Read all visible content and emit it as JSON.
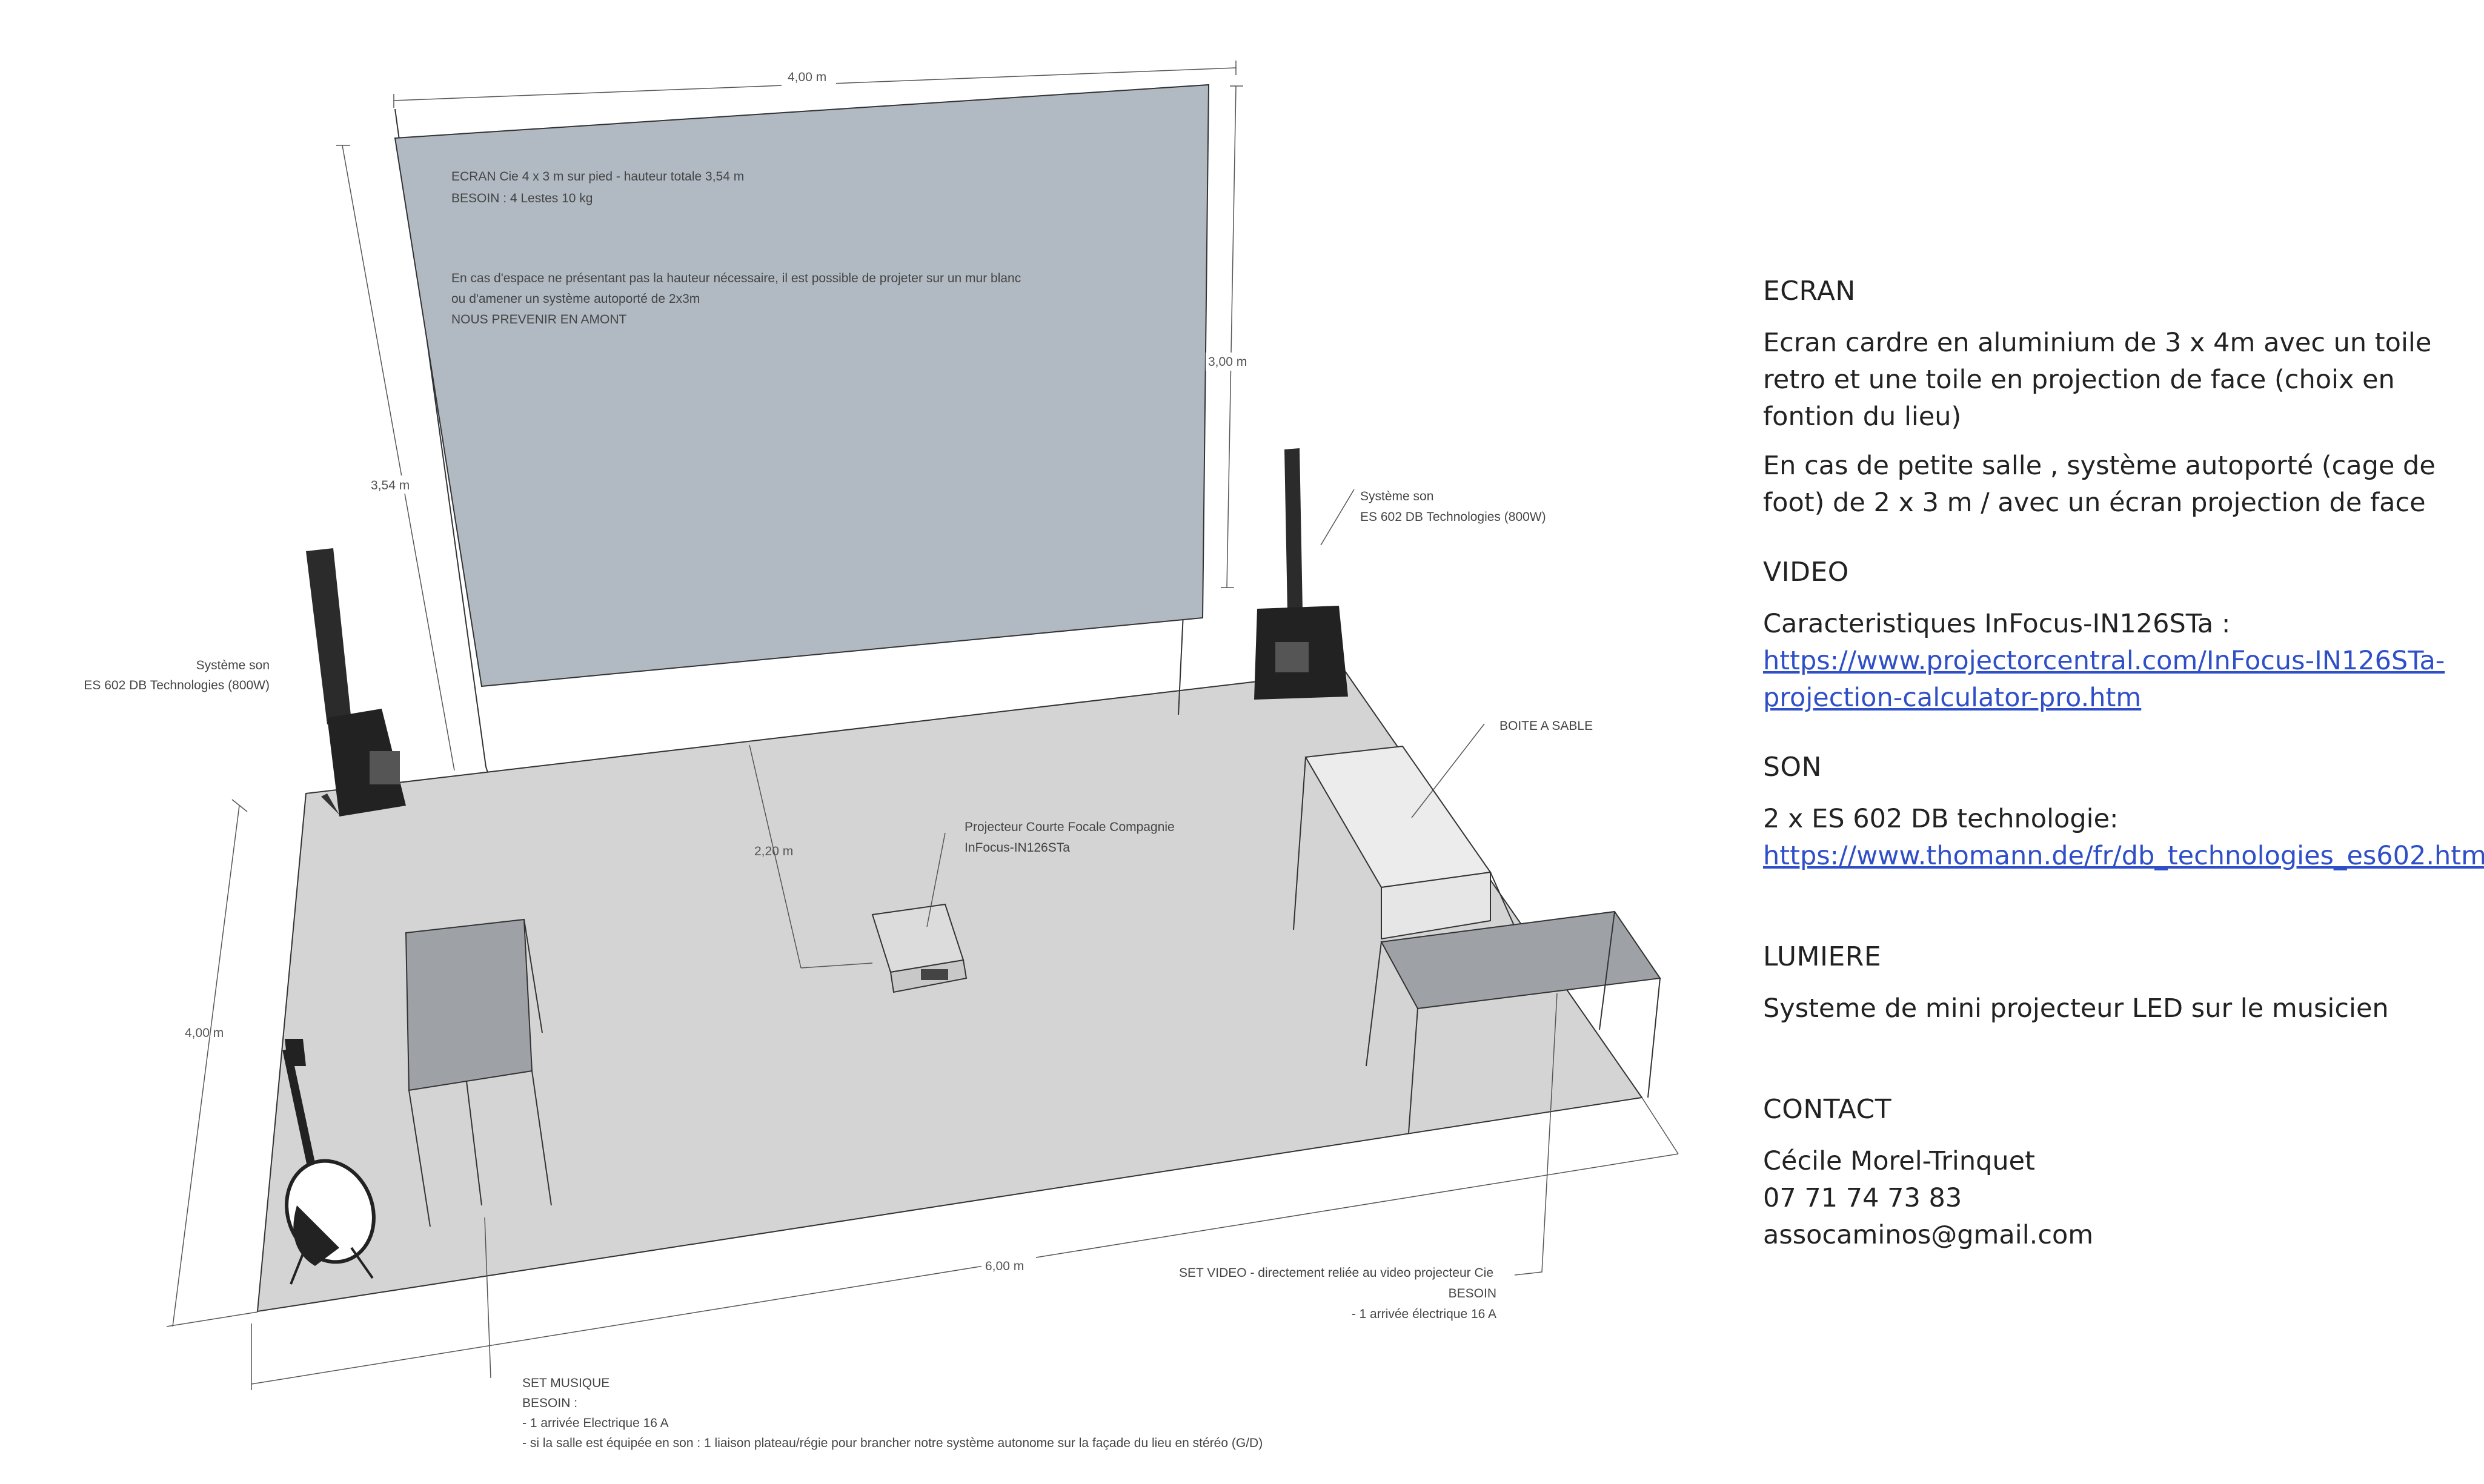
{
  "diagram": {
    "screen_note": {
      "line1": "ECRAN Cie  4 x 3 m sur pied - hauteur totale 3,54 m",
      "line2": "BESOIN : 4 Lestes 10 kg",
      "line3": "En cas d'espace ne présentant pas la hauteur nécessaire, il est possible de projeter sur un mur blanc",
      "line4": "ou d'amener un système autoporté de 2x3m",
      "line5": "NOUS PREVENIR EN AMONT"
    },
    "dimensions": {
      "screen_width": "4,00 m",
      "screen_height": "3,00 m",
      "total_height": "3,54 m",
      "projector_distance": "2,20 m",
      "stage_depth": "4,00 m",
      "stage_width": "6,00 m"
    },
    "speaker_left": {
      "line1": "Système son",
      "line2": "ES 602 DB Technologies (800W)"
    },
    "speaker_right": {
      "line1": "Système son",
      "line2": "ES 602 DB Technologies (800W)"
    },
    "sandbox": "BOITE A SABLE",
    "projector": {
      "line1": "Projecteur Courte Focale Compagnie",
      "line2": "InFocus-IN126STa"
    },
    "set_video": {
      "line1": "SET VIDEO - directement reliée au video projecteur Cie",
      "line2": "BESOIN",
      "line3": "- 1 arrivée électrique 16 A"
    },
    "set_musique": {
      "line1": "SET MUSIQUE",
      "line2": "BESOIN :",
      "line3": "- 1 arrivée Electrique 16 A",
      "line4": "- si la salle est équipée en son : 1 liaison plateau/régie pour brancher notre système autonome sur la façade du lieu en stéréo (G/D)"
    }
  },
  "info": {
    "ecran": {
      "title": "ECRAN",
      "p1": "Ecran cardre en aluminium de 3 x 4m avec un toile retro et une toile en projection de face (choix en fontion du lieu)",
      "p2": "En cas de petite salle , système autoporté (cage de foot) de 2 x 3 m / avec un écran projection de face"
    },
    "video": {
      "title": "VIDEO",
      "label": "Caracteristiques InFocus-IN126STa :",
      "link": "https://www.projectorcentral.com/InFocus-IN126STa-projection-calculator-pro.htm"
    },
    "son": {
      "title": "SON",
      "label": "2 x  ES 602 DB technologie:",
      "link": "https://www.thomann.de/fr/db_technologies_es602.htm"
    },
    "lumiere": {
      "title": "LUMIERE",
      "text": "Systeme de mini projecteur LED sur le musicien"
    },
    "contact": {
      "title": "CONTACT",
      "name": "Cécile Morel-Trinquet",
      "phone": "07 71 74 73 83",
      "email": "assocaminos@gmail.com"
    }
  },
  "colors": {
    "screen": "#b1bac2",
    "floor": "#d4d4d4",
    "table_top": "#9ea2a6",
    "link": "#2f4fc8"
  }
}
